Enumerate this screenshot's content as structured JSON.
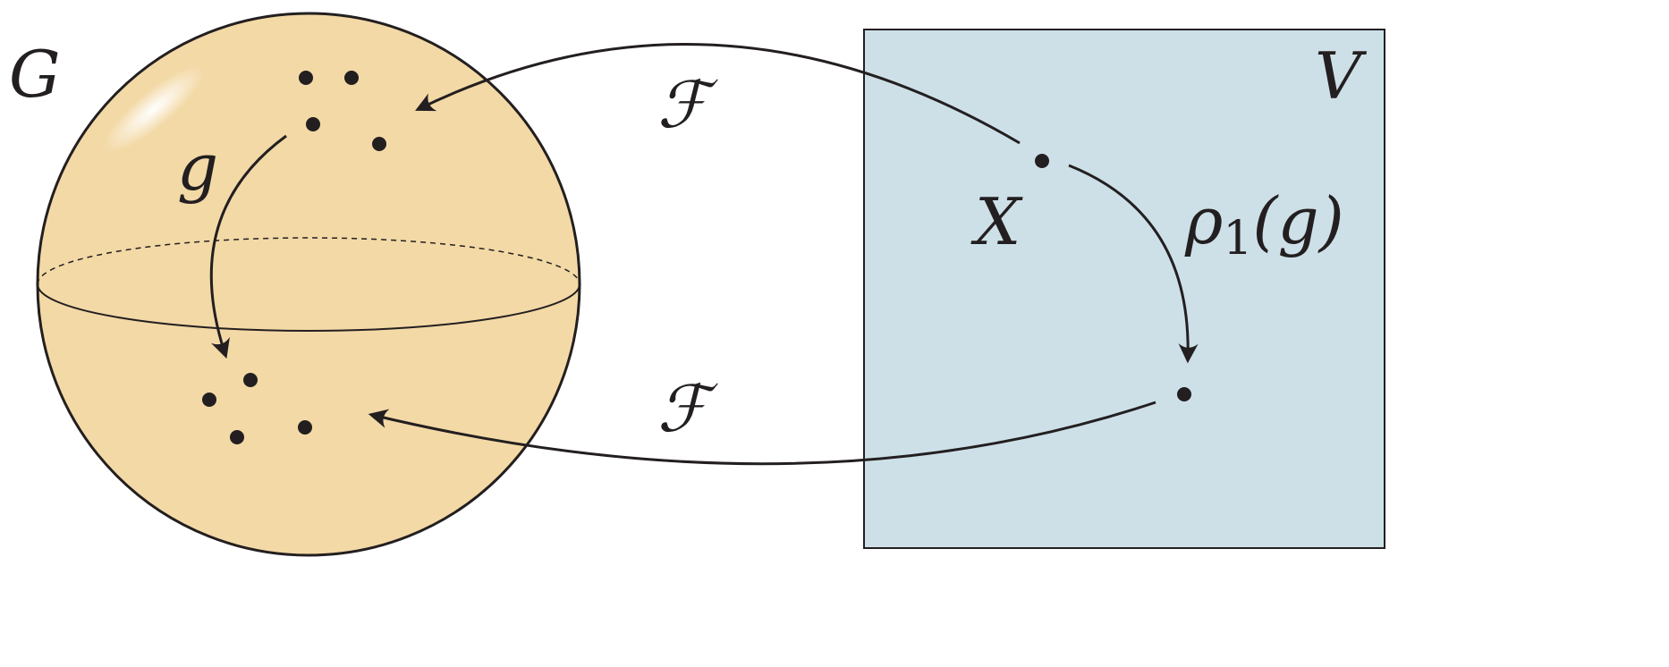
{
  "labels": {
    "group": "G",
    "space": "V",
    "map_top": "ℱ",
    "map_bottom": "ℱ",
    "group_element": "g",
    "point": "X",
    "rep_symbol": "ρ",
    "rep_index": "1",
    "rep_arg": "(g)"
  },
  "colors": {
    "sphere_fill": "#f3d9a6",
    "box_fill": "#cde0e8",
    "ink": "#231f20"
  }
}
